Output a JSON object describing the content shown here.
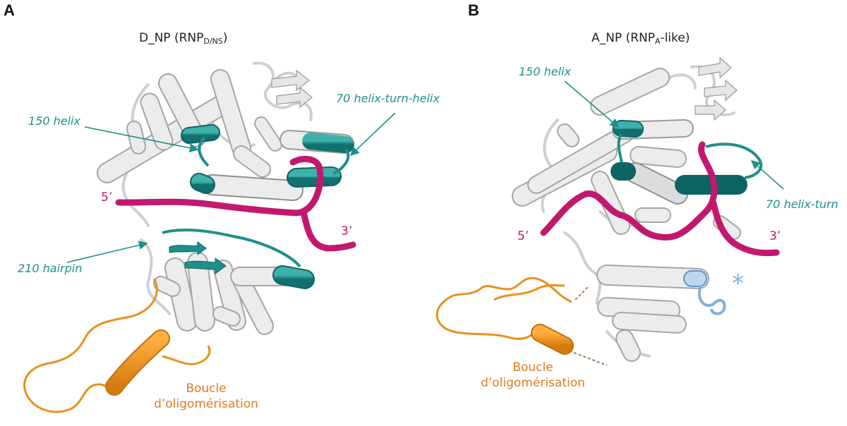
{
  "panelA": {
    "letter": "A",
    "title_main": "D_NP (RNP",
    "title_sub": "D/NS",
    "title_end": ")",
    "label_150": "150 helix",
    "label_70": "70 helix-turn-helix",
    "label_210": "210 hairpin",
    "label_5p": "5’",
    "label_3p": "3’",
    "loop_line1": "Boucle",
    "loop_line2": "d’oligomérisation"
  },
  "panelB": {
    "letter": "B",
    "title_main": "A_NP (RNP",
    "title_sub": "A",
    "title_end": "-like)",
    "label_150": "150 helix",
    "label_70": "70 helix-turn",
    "label_5p": "5’",
    "label_3p": "3’",
    "loop_line1": "Boucle",
    "loop_line2": "d’oligomérisation",
    "star": "*"
  },
  "colors": {
    "helix_core": "#dedede",
    "teal": "#1f8f8a",
    "magenta": "#c2186e",
    "orange": "#e8901c",
    "light_blue": "#8fbbe0"
  }
}
